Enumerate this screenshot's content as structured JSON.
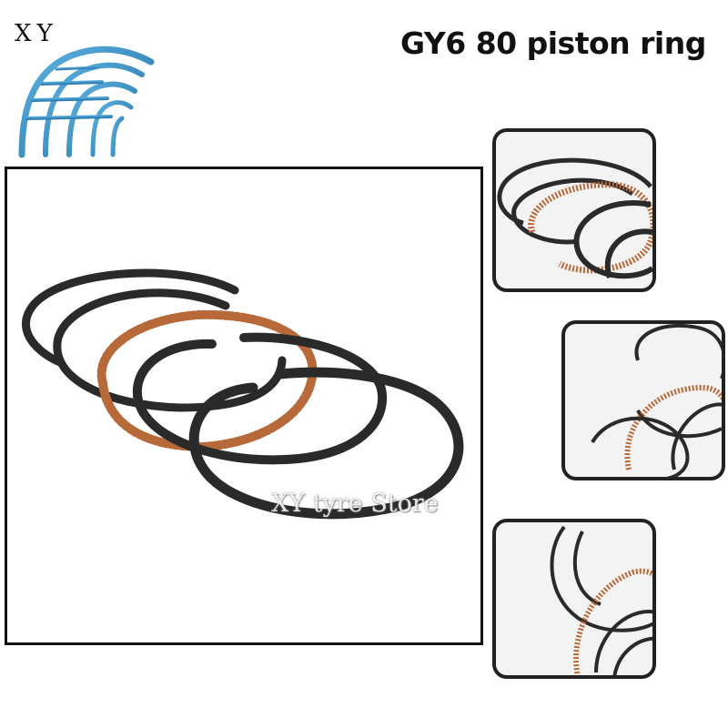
{
  "logo": {
    "text": "XY"
  },
  "title": "GY6 80 piston ring",
  "watermark": "XY tyre Store",
  "colors": {
    "ring_black": "#2a2a2a",
    "ring_copper": "#b8693a",
    "logo_blue": "#2e86c1"
  }
}
